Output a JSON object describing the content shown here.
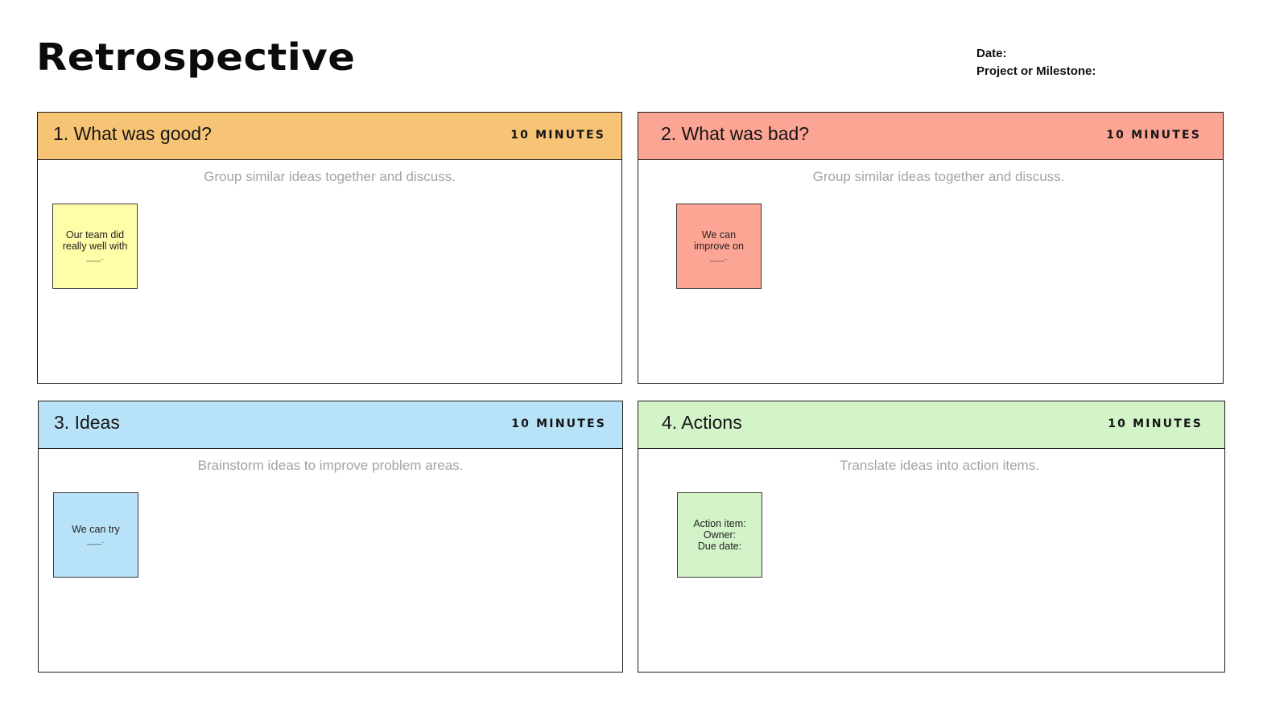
{
  "header": {
    "title": "Retrospective",
    "date_label": "Date:",
    "project_label": "Project or Milestone:"
  },
  "colors": {
    "good": "#F7C475",
    "bad": "#FCA595",
    "ideas": "#B8E2F8",
    "actions": "#D3F4C9",
    "sticky_good": "#FFFDA7",
    "sticky_bad": "#FCA595",
    "sticky_ideas": "#B8E2F8",
    "sticky_actions": "#D3F4C9"
  },
  "panels": [
    {
      "title": "1. What was good?",
      "time": "10 MINUTES",
      "hint": "Group similar ideas together and discuss.",
      "sticky": {
        "line1": "Our team did",
        "line2": "really well with",
        "blank": "___."
      }
    },
    {
      "title": "2. What was bad?",
      "time": "10 MINUTES",
      "hint": "Group similar ideas together and discuss.",
      "sticky": {
        "line1": "We can",
        "line2": "improve on",
        "blank": "___."
      }
    },
    {
      "title": "3. Ideas",
      "time": "10 MINUTES",
      "hint": "Brainstorm ideas to improve problem areas.",
      "sticky": {
        "line1": "We can try",
        "line2": "",
        "blank": "___."
      }
    },
    {
      "title": "4. Actions",
      "time": "10 MINUTES",
      "hint": "Translate ideas into action items.",
      "sticky": {
        "line1": "Action item:",
        "line2": "Owner:",
        "line3": "Due date:"
      }
    }
  ]
}
